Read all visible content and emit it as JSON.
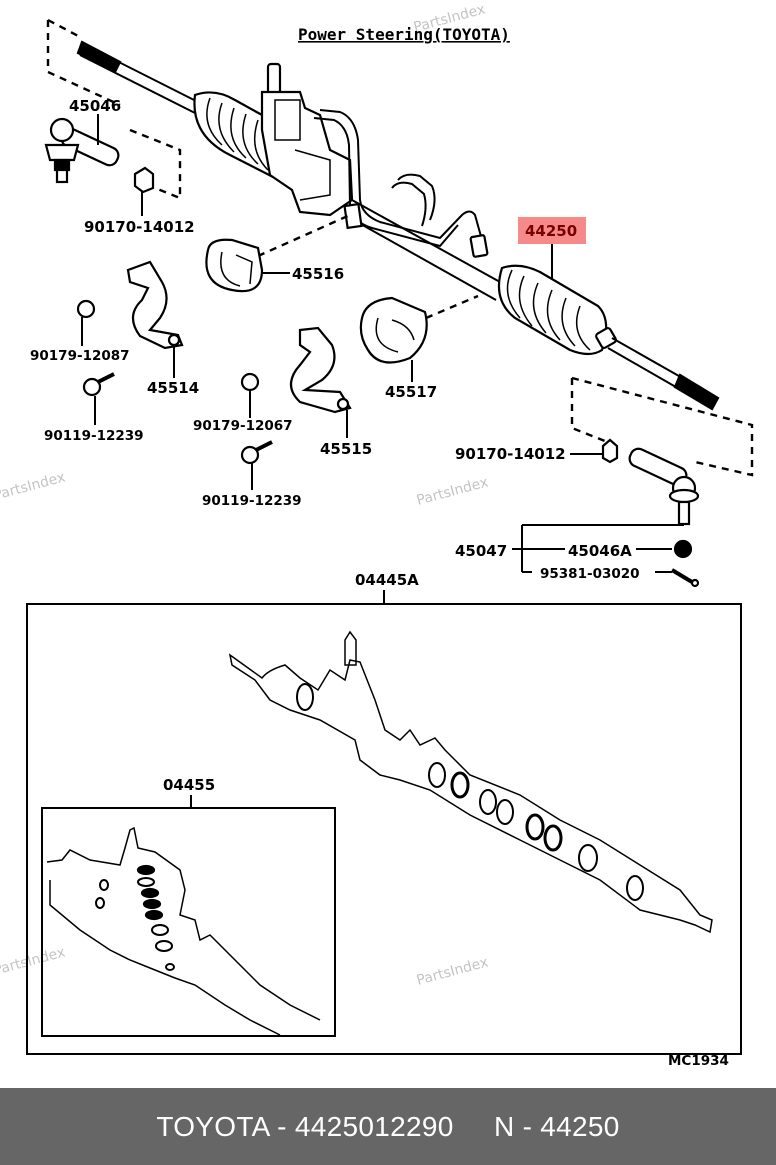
{
  "diagram": {
    "title": "Power Steering(TOYOTA)",
    "drawing_code": "MC1934",
    "watermark": "PartsIndex",
    "highlight_color": "#f68a8a",
    "highlighted_part": "44250",
    "callouts": {
      "p45046": "45046",
      "p90170_top": "90170-14012",
      "p45516": "45516",
      "p44250": "44250",
      "p90179_left": "90179-12087",
      "p45514": "45514",
      "p90119_left": "90119-12239",
      "p45517": "45517",
      "p90179_mid": "90179-12067",
      "p45515": "45515",
      "p90119_mid": "90119-12239",
      "p90170_right": "90170-14012",
      "p45047": "45047",
      "p45046A": "45046A",
      "p95381": "95381-03020",
      "p04445A": "04445A",
      "p04455": "04455"
    }
  },
  "footer": {
    "brand": "TOYOTA",
    "part_number": "4425012290",
    "separator": " - ",
    "ref_prefix": "N",
    "ref_number": "44250",
    "text": "TOYOTA - 4425012290     N - 44250"
  }
}
